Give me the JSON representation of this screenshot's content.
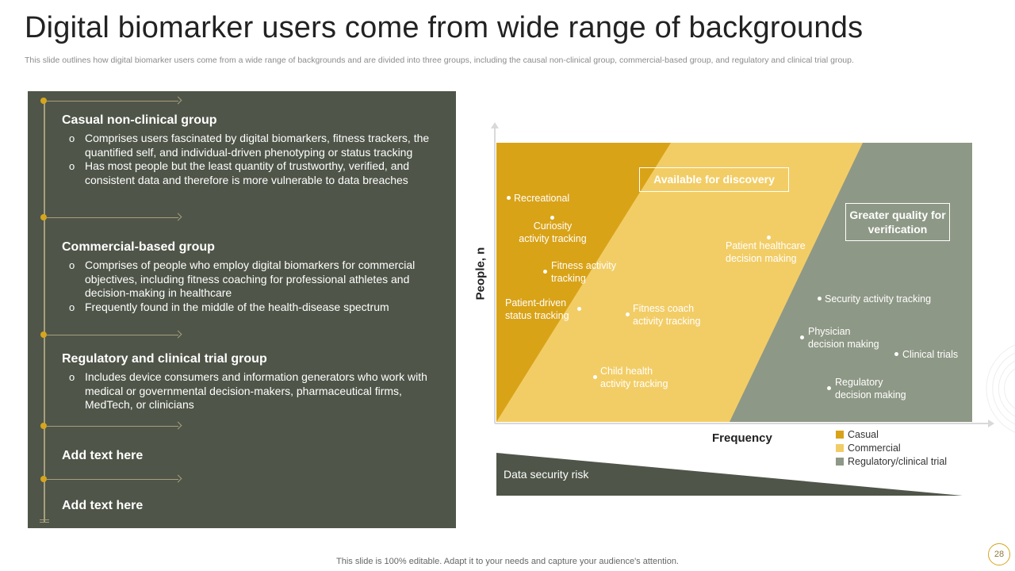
{
  "header": {
    "title": "Digital biomarker users come from wide range of backgrounds",
    "subtitle": "This slide outlines how digital biomarker users come from a wide range of backgrounds and are divided into three groups, including the causal non-clinical group, commercial-based group, and regulatory and clinical trial group."
  },
  "groups": [
    {
      "title": "Casual non-clinical group",
      "bullets": [
        "Comprises users fascinated by digital biomarkers, fitness trackers, the quantified self, and individual-driven  phenotyping or status tracking",
        "Has most people but the least quantity of trustworthy, verified, and consistent data and therefore is more vulnerable to data breaches"
      ]
    },
    {
      "title": "Commercial-based group",
      "bullets": [
        "Comprises of people who employ digital biomarkers for commercial objectives, including fitness coaching for professional athletes and decision-making in healthcare",
        "Frequently found in the middle of the health-disease spectrum"
      ]
    },
    {
      "title": "Regulatory and clinical trial group",
      "bullets": [
        "Includes device consumers and information generators who work with medical or governmental decision-makers, pharmaceutical firms, MedTech, or clinicians"
      ]
    },
    {
      "title": "Add text here",
      "bullets": []
    },
    {
      "title": "Add text here",
      "bullets": []
    }
  ],
  "diagram": {
    "ylabel": "People, n",
    "xlabel": "Frequency",
    "callout_discovery": "Available for discovery",
    "callout_verification": "Greater quality for verification",
    "risk_label": "Data security risk",
    "points": [
      {
        "label": "Recreational",
        "zone": "casual"
      },
      {
        "label": "Curiosity\nactivity tracking",
        "zone": "casual"
      },
      {
        "label": "Fitness activity\ntracking",
        "zone": "casual"
      },
      {
        "label": "Patient-driven\nstatus tracking",
        "zone": "casual"
      },
      {
        "label": "Patient healthcare\ndecision making",
        "zone": "commercial"
      },
      {
        "label": "Fitness coach\nactivity tracking",
        "zone": "commercial"
      },
      {
        "label": "Child health\nactivity tracking",
        "zone": "commercial"
      },
      {
        "label": "Security activity tracking",
        "zone": "regulatory"
      },
      {
        "label": "Physician\ndecision making",
        "zone": "regulatory"
      },
      {
        "label": "Clinical trials",
        "zone": "regulatory"
      },
      {
        "label": "Regulatory\ndecision making",
        "zone": "regulatory"
      }
    ],
    "legend": [
      {
        "label": "Casual",
        "color": "#d9a318"
      },
      {
        "label": "Commercial",
        "color": "#f2cd66"
      },
      {
        "label": "Regulatory/clinical trial",
        "color": "#8e9886"
      }
    ],
    "colors": {
      "casual": "#d9a318",
      "commercial": "#f2cd66",
      "regulatory": "#8e9886",
      "panel": "#4f5548",
      "risk": "#4f5548",
      "accent": "#d5a51e"
    }
  },
  "footer": {
    "note": "This slide is 100% editable. Adapt it to your needs and capture your audience's attention.",
    "page_number": "28"
  }
}
